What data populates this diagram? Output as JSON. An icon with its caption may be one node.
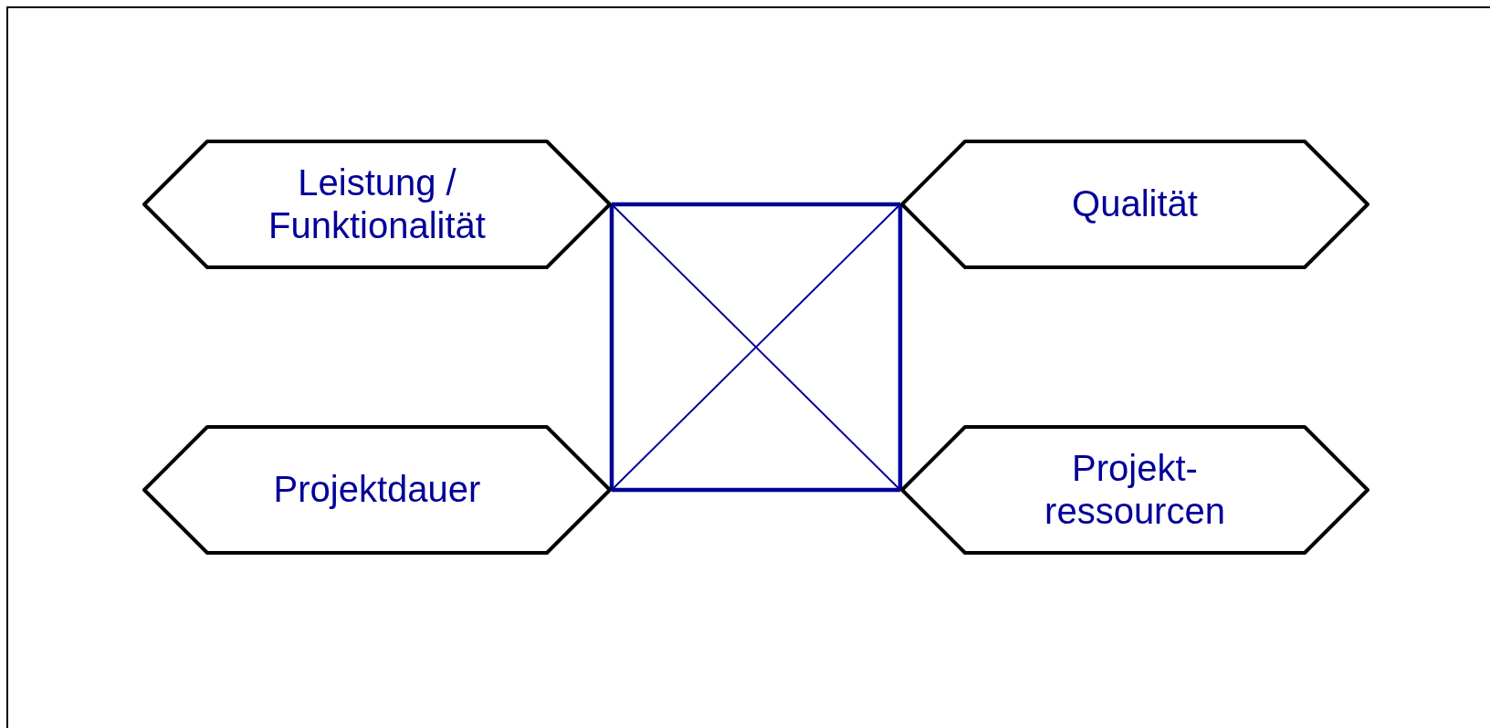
{
  "diagram": {
    "nodes": [
      {
        "text": [
          "Leistung / Funktionalität"
        ]
      },
      {
        "text": [
          "Qualität"
        ]
      },
      {
        "text": [
          "Projektdauer"
        ]
      },
      {
        "text": [
          "Projekt- ressourcen"
        ]
      }
    ],
    "edges": [
      {
        "from": 0,
        "to": 1,
        "arrow": "none"
      },
      {
        "from": 0,
        "to": 2,
        "arrow": "none"
      },
      {
        "from": 1,
        "to": 3,
        "arrow": "none"
      },
      {
        "from": 2,
        "to": 3,
        "arrow": "none"
      },
      {
        "from": 0,
        "to": 3,
        "arrow": "none"
      },
      {
        "from": 1,
        "to": 2,
        "arrow": "none"
      }
    ]
  }
}
